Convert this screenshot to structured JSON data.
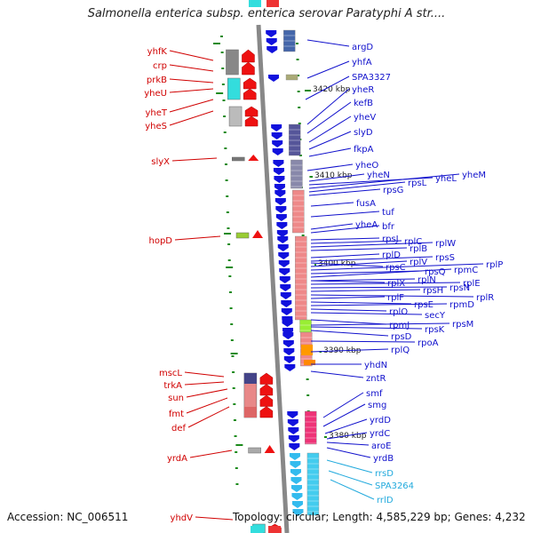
{
  "title": "Salmonella enterica subsp. enterica serovar Paratyphi A str....",
  "accession": "Accession: NC_006511",
  "topology": "Topology: circular; Length: 4,585,229 bp; Genes: 4,232",
  "colors": {
    "forward_label": "#d00000",
    "reverse_label": "#1010cc",
    "rna_label": "#22aadd",
    "dot": "#1a8a1a",
    "axis": "#888888"
  },
  "forward_genes": [
    "yhfK",
    "crp",
    "prkB",
    "yheU",
    "yheT",
    "yheS",
    "slyX",
    "hopD",
    "mscL",
    "trkA",
    "sun",
    "fmt",
    "def",
    "yrdA",
    "yhdV"
  ],
  "reverse_genes": [
    "argD",
    "yhfA",
    "SPA3327",
    "yheR",
    "kefB",
    "yheV",
    "slyD",
    "fkpA",
    "yheO",
    "yheN",
    "yheL",
    "yheM",
    "rpsL",
    "rpsG",
    "fusA",
    "tuf",
    "yheA",
    "bfr",
    "rpsJ",
    "rplC",
    "rplD",
    "rplW",
    "rplB",
    "rpsS",
    "rplV",
    "rplP",
    "rpsC",
    "rpsQ",
    "rpmC",
    "rplN",
    "rplE",
    "rplX",
    "rpsN",
    "rpsH",
    "rplR",
    "rplF",
    "rpsE",
    "rpmD",
    "rplO",
    "secY",
    "rpmJ",
    "rpsM",
    "rpsK",
    "rpsD",
    "rplQ",
    "rpoA",
    "yhdN",
    "zntR",
    "smf",
    "smg",
    "yrdD",
    "yrdC",
    "aroE",
    "yrdB"
  ],
  "rna_genes": [
    "rrsD",
    "SPA3264",
    "rrlD"
  ],
  "scale_labels": [
    "3420 kbp",
    "3410 kbp",
    "3400 kbp",
    "3390 kbp",
    "3380 kbp"
  ]
}
